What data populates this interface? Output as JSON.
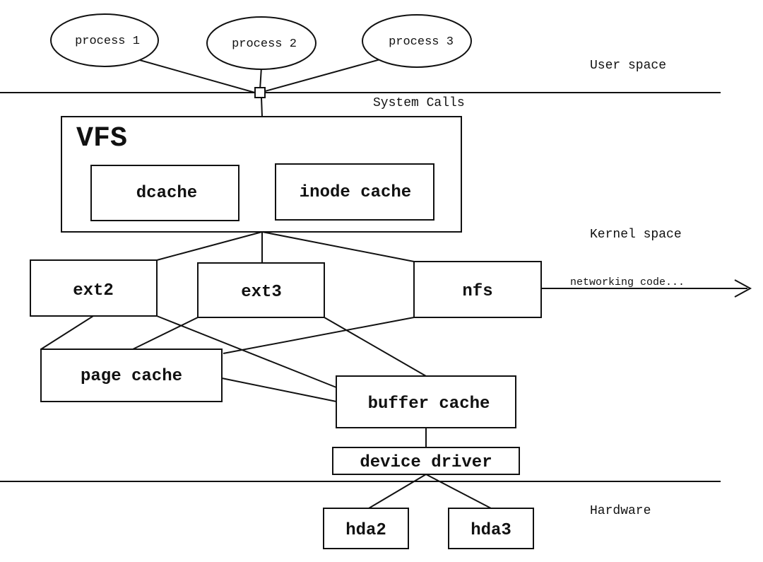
{
  "processes": [
    "process 1",
    "process 2",
    "process 3"
  ],
  "regions": {
    "user": "User space",
    "syscalls": "System Calls",
    "kernel": "Kernel space",
    "hardware": "Hardware"
  },
  "vfs": {
    "title": "VFS",
    "dcache": "dcache",
    "inode_cache": "inode cache"
  },
  "filesystems": {
    "ext2": "ext2",
    "ext3": "ext3",
    "nfs": "nfs"
  },
  "networking": "networking code...",
  "caches": {
    "page": "page cache",
    "buffer": "buffer cache"
  },
  "device_driver": "device driver",
  "disks": [
    "hda2",
    "hda3"
  ]
}
